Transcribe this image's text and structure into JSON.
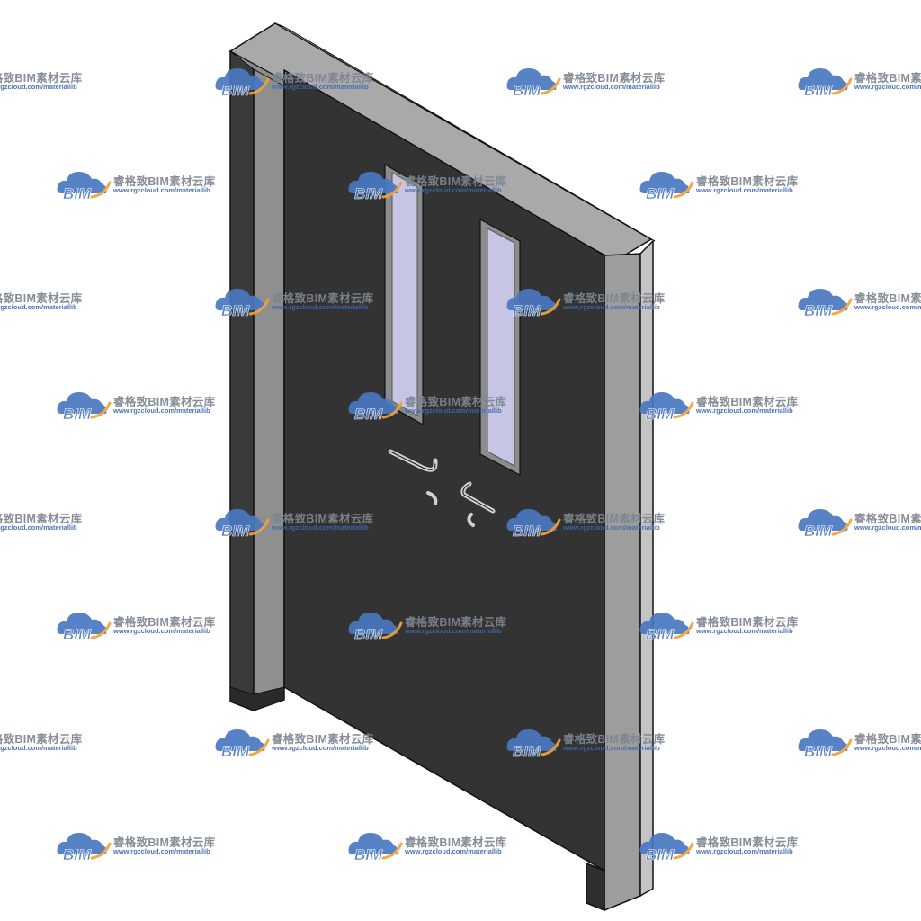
{
  "watermark": {
    "title": "睿格致BIM素材云库",
    "url": "www.rgzcloud.com/materiallib",
    "logo_text": "BIM",
    "colors": {
      "cloud": "#4a78c2",
      "arc": "#f0a23a",
      "title": "#7d8590",
      "url": "#3f67b0"
    }
  },
  "model": {
    "object": "double-door-with-vision-panels",
    "colors": {
      "frame_face": "#9a9a9a",
      "frame_side": "#bdbdbd",
      "frame_shadow": "#6e6e6e",
      "leaf": "#333333",
      "edge_line": "#111111",
      "glass": "#c6c6e4",
      "glass_frame": "#8c8c8c",
      "hardware": "#cfcfcf"
    }
  }
}
